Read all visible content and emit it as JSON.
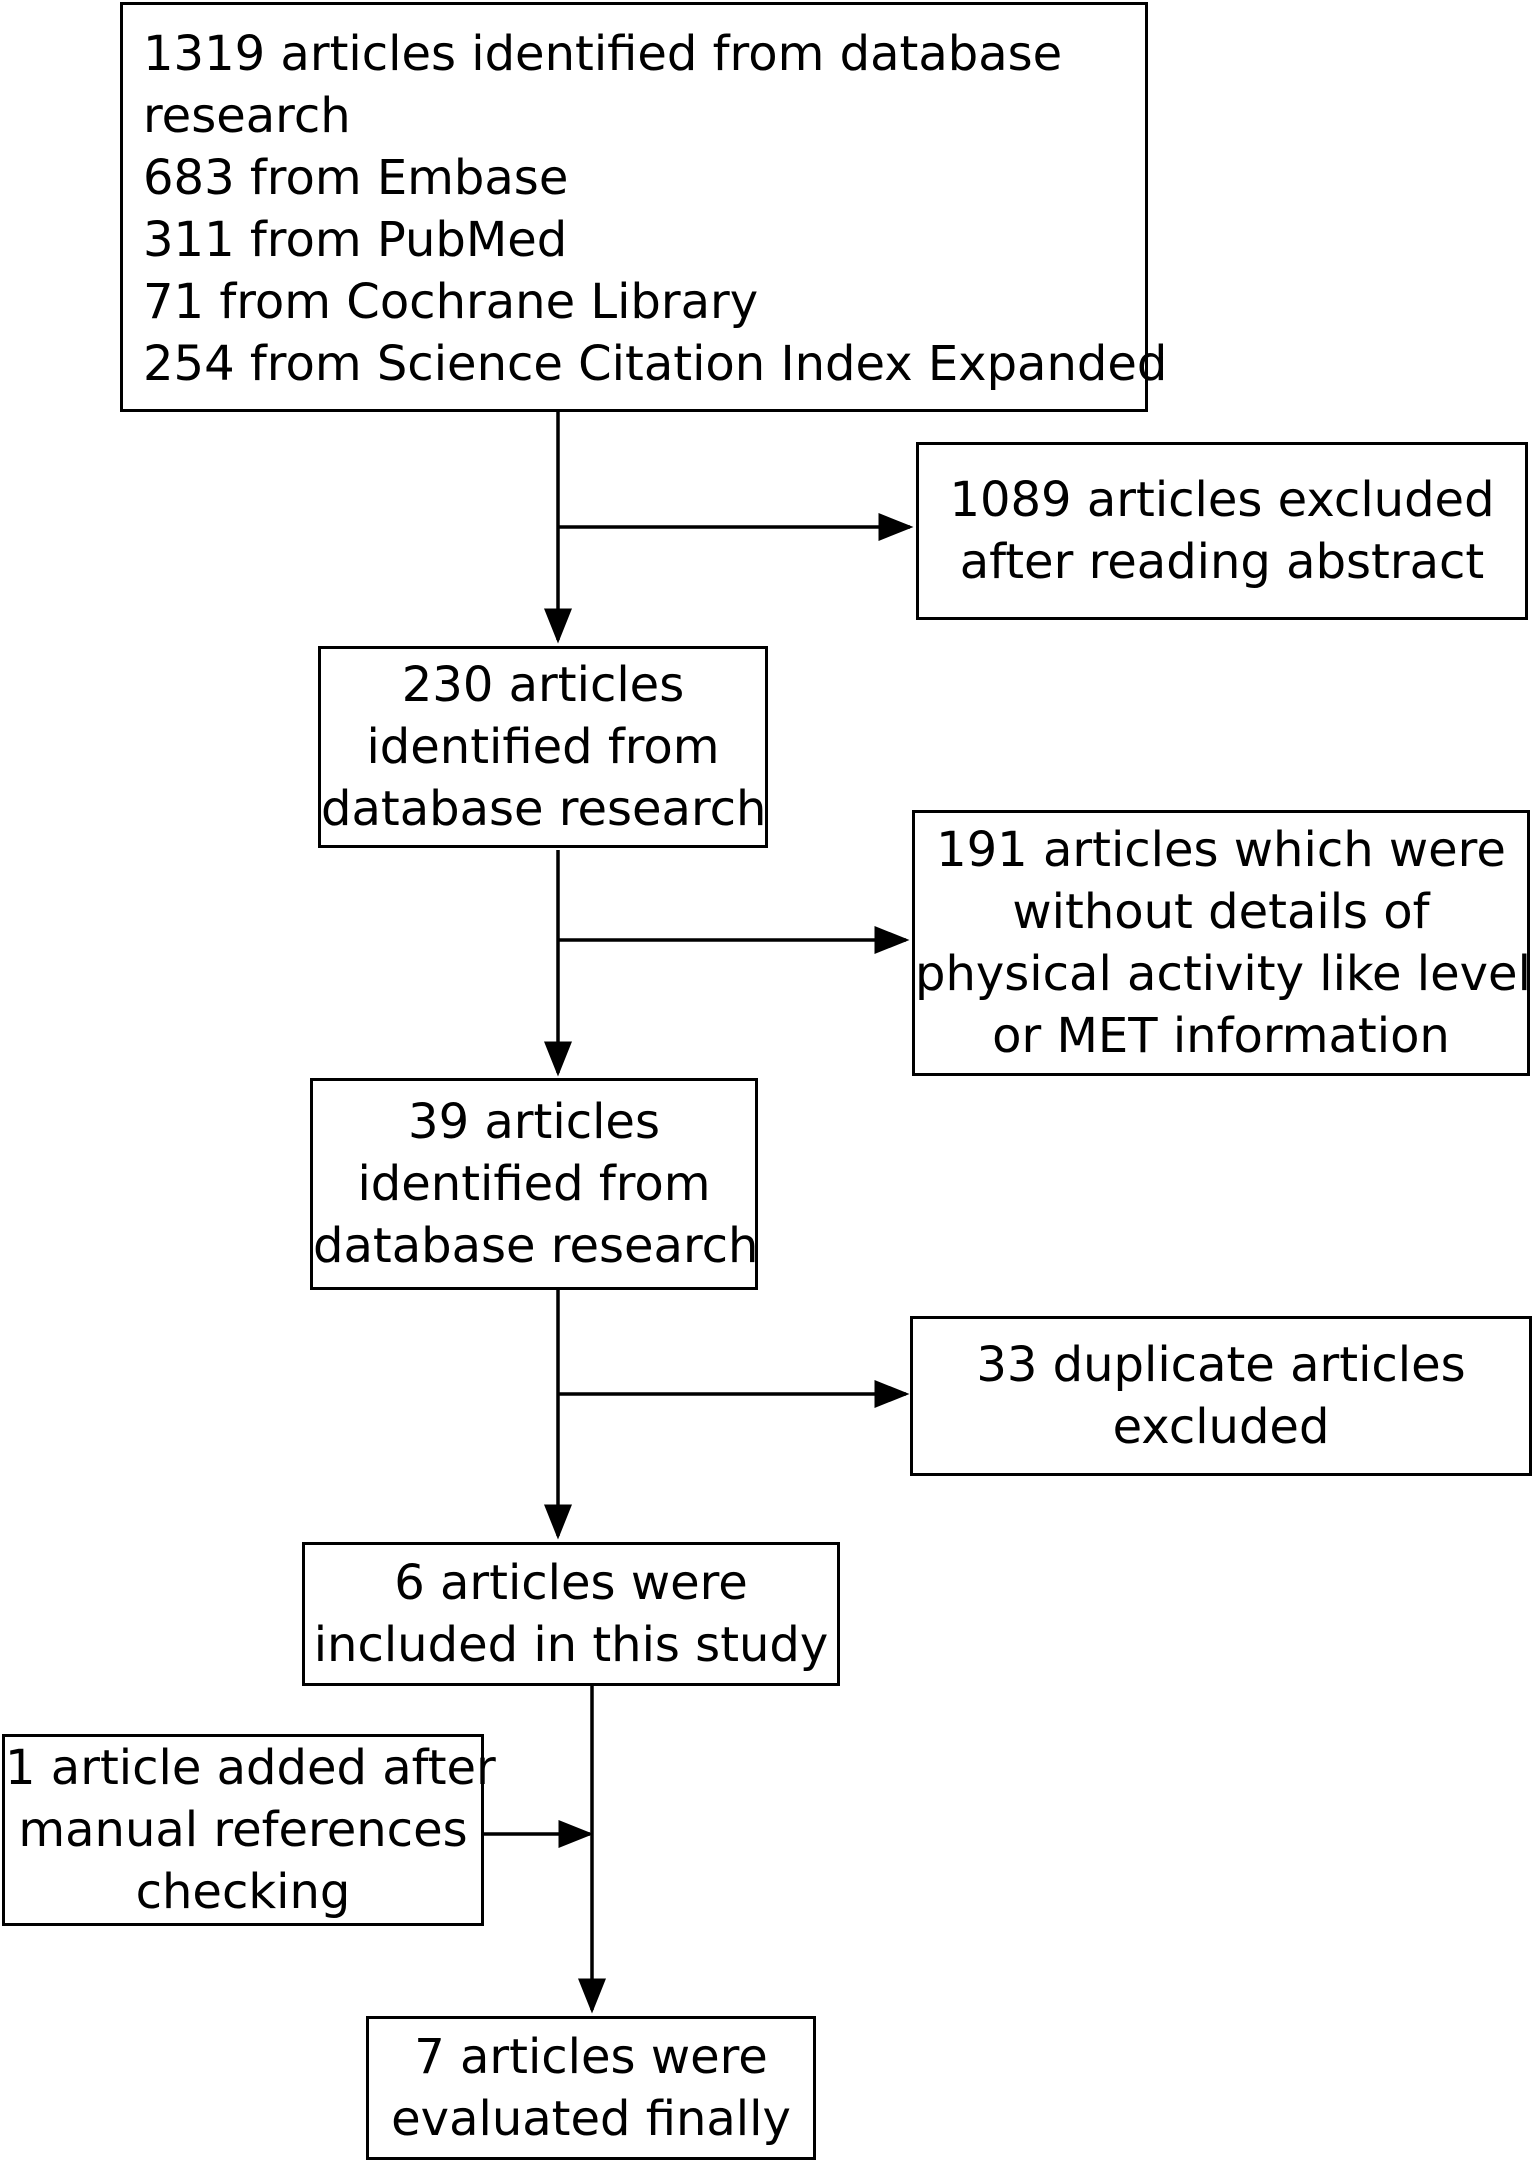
{
  "boxes": {
    "search": {
      "lines": [
        "1319 articles identified from database",
        "research",
        "683 from Embase",
        "311 from PubMed",
        "71 from Cochrane Library",
        "254 from Science Citation Index Expanded"
      ]
    },
    "excluded_abstract": {
      "lines": [
        "1089 articles excluded",
        "after reading abstract"
      ]
    },
    "after_abstract": {
      "lines": [
        "230 articles",
        "identified from",
        "database research"
      ]
    },
    "excluded_pa": {
      "lines": [
        "191 articles which were",
        "without details of",
        "physical activity like level",
        "or MET information"
      ]
    },
    "after_pa": {
      "lines": [
        "39 articles",
        "identified from",
        "database research"
      ]
    },
    "excluded_dup": {
      "lines": [
        "33 duplicate articles",
        "excluded"
      ]
    },
    "included": {
      "lines": [
        "6 articles were",
        "included in this study"
      ]
    },
    "added": {
      "lines": [
        "1 article added after",
        "manual references",
        "checking"
      ]
    },
    "final": {
      "lines": [
        "7 articles were",
        "evaluated finally"
      ]
    }
  }
}
